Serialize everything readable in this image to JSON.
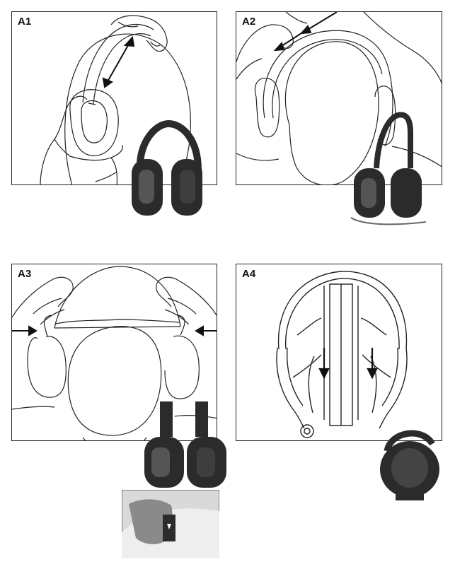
{
  "panels": [
    {
      "label": "A1"
    },
    {
      "label": "A2"
    },
    {
      "label": "A3"
    },
    {
      "label": "A4"
    }
  ],
  "colors": {
    "line": "#222222",
    "panel_border": "#222222",
    "earmuff": "#2b2b2b",
    "earmuff_highlight": "#555555",
    "photo_background": "#d9d9d9"
  },
  "icons": [
    "double-arrow-icon",
    "arrow-icon",
    "earmuff-photo"
  ]
}
